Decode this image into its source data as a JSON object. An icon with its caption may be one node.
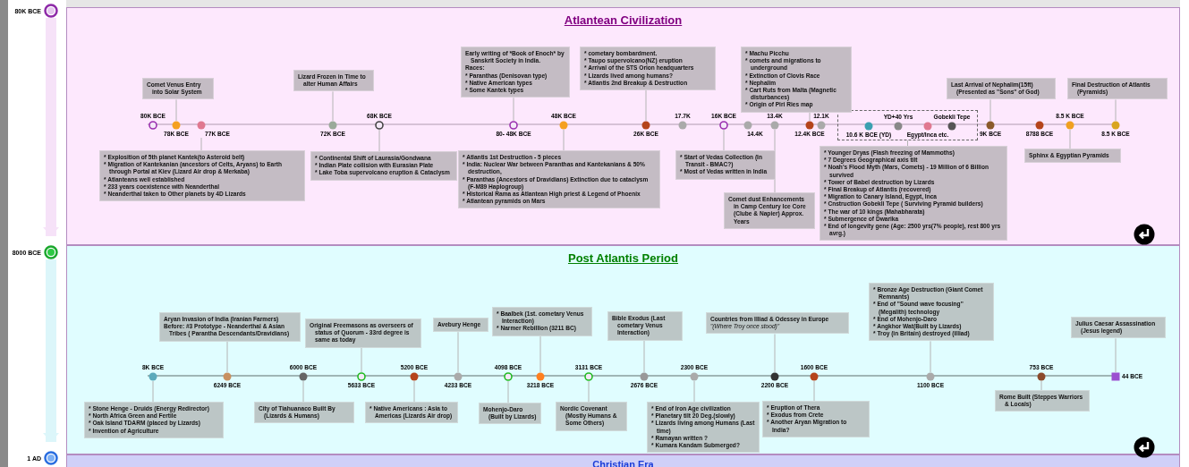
{
  "diagram": {
    "nodes": [
      {
        "text": [
          "80K BCE"
        ]
      },
      {
        "text": [
          "8000 BCE"
        ]
      },
      {
        "text": [
          "1 AD"
        ]
      },
      {
        "text": [
          "Atlantean Civilization"
        ]
      },
      {
        "text": [
          "80K BCE"
        ],
        "in": 3
      },
      {
        "text": [
          "78K BCE"
        ],
        "in": 3
      },
      {
        "text": [
          "77K BCE"
        ],
        "in": 3
      },
      {
        "text": [
          "72K BCE"
        ],
        "in": 3
      },
      {
        "text": [
          "68K BCE"
        ],
        "in": 3
      },
      {
        "text": [
          "80- 48K BCE"
        ],
        "in": 3
      },
      {
        "text": [
          "48K BCE"
        ],
        "in": 3
      },
      {
        "text": [
          "26K BCE"
        ],
        "in": 3
      },
      {
        "text": [
          "17.7K"
        ],
        "in": 3
      },
      {
        "text": [
          "16K BCE"
        ],
        "in": 3
      },
      {
        "text": [
          "14.4K"
        ],
        "in": 3
      },
      {
        "text": [
          "13.4K"
        ],
        "in": 3
      },
      {
        "text": [
          "12.4K BCE"
        ],
        "in": 3
      },
      {
        "text": [
          "12.1K"
        ],
        "in": 3
      },
      {
        "text": [],
        "shape": "box",
        "in": 3
      },
      {
        "text": [
          "10.6 K BCE (YD)"
        ],
        "in": 18
      },
      {
        "text": [
          "YD+40 Yrs"
        ],
        "in": 18
      },
      {
        "text": [
          "Egypt/Inca etc."
        ],
        "in": 18
      },
      {
        "text": [
          "Gobekli Tepe"
        ],
        "in": 18
      },
      {
        "text": [
          "9K BCE"
        ],
        "in": 3
      },
      {
        "text": [
          "8788 BCE"
        ],
        "in": 3
      },
      {
        "text": [
          "8.5 K BCE"
        ],
        "in": 3
      },
      {
        "text": [
          "8.5 K BCE"
        ],
        "in": 3
      },
      {
        "text": [
          "Comet Venus Entry into Solar System"
        ],
        "in": 3
      },
      {
        "text": [
          "* Explosition of 5th planet Kantek(to Asteroid belt)",
          "* Migration of Kantekanian (ancestors of Celts, Aryans) to Earth through Portal at Kiev (Lizard Air drop & Merkaba)",
          "* Atlanteans well established",
          "* 233 years coexistence with Neanderthal",
          "* Neanderthal taken to Other planets by 4D Lizards"
        ],
        "in": 3
      },
      {
        "text": [
          "Lizard Frozen in Time to alter Human Affairs"
        ],
        "in": 3
      },
      {
        "text": [
          "* Continental Shift of Laurasia/Gondwana",
          "* Indian Plate collision with Eurasian Plate",
          "* Lake Toba supervolcano eruption & Cataclysm"
        ],
        "in": 3
      },
      {
        "text": [
          "Early writing of ***Book of Enoch*** by Sanskrit Society in India.",
          "Races:",
          "* Paranthas (Denisovan type)",
          "* Native American types",
          "* Some Kantek types"
        ],
        "in": 3
      },
      {
        "text": [
          "* Atlantis 1st Destruction - 5 pieces",
          "* India: Nuclear War between Paranthas and Kantekanians & 50% destruction,",
          "* Paranthas (Ancestors of Dravidians) Extinction due to cataclysm (F-M89 Haplogroup)",
          "* Historical Rama as Atlantean High priest & Legend of Phoenix",
          "* Atlantean pyramids on Mars"
        ],
        "in": 3
      },
      {
        "text": [
          "* cometary bombardment.",
          "* Taupo supervolcano(NZ) eruption",
          "* Arrival of the STS Orion headquarters",
          "* Lizards lived among humans?",
          "* Atlantis 2nd Breakup & Destruction"
        ],
        "in": 3
      },
      {
        "text": [
          "* Start of Vedas Collection (In Transit - BMAC?)",
          "* Most of Vedas written in India"
        ],
        "in": 3
      },
      {
        "text": [
          "Comet dust Enhancements in Camp Century Ice Core (Clube & Napier) Approx. Years"
        ],
        "in": 3
      },
      {
        "text": [
          "* Machu Picchu",
          "* comets and migrations to underground",
          "* Extinction of Clovis Race",
          "* Nephalim",
          "* Cart Ruts from Malta (Magnetic disturbances)",
          "* Origin of Piri Ries map"
        ],
        "in": 3
      },
      {
        "text": [
          "* Younger Dryas (Flash freezing of Mammoths)",
          "* 7 Degrees Geographical axis tilt",
          "* Noah's Flood Myth (Mars, Comets) - 19 Million of 6 Billion survived",
          "* Tower of Babel destruction by Lizards",
          "* Final Breakup of Atlantis (recovered)",
          "* Migration to Canary Island, Egypt, Inca",
          "* Cnstruction Gobekli Tepe ( Surviving Pyramid builders)",
          "* The war of 10 kings (Mahabharata)",
          "* Submergence of Dwarika",
          "* End of longevity gene (Age: 2500 yrs(7% people), rest 800 yrs avrg.)"
        ],
        "in": 3
      },
      {
        "text": [
          "Last Arrival of Nephalim(15ft) (Presented as \"Sons\" of God)"
        ],
        "in": 3
      },
      {
        "text": [
          "Final Destruction of Atlantis (Pyramids)"
        ],
        "in": 3
      },
      {
        "text": [
          "Sphinx & Egyptian Pyramids"
        ],
        "in": 3
      },
      {
        "text": [
          "Post Atlantis Period"
        ]
      },
      {
        "text": [
          "8K BCE"
        ],
        "in": 41
      },
      {
        "text": [
          "6249 BCE"
        ],
        "in": 41
      },
      {
        "text": [
          "6000 BCE"
        ],
        "in": 41
      },
      {
        "text": [
          "5633 BCE"
        ],
        "in": 41
      },
      {
        "text": [
          "5200 BCE"
        ],
        "in": 41
      },
      {
        "text": [
          "4233 BCE"
        ],
        "in": 41
      },
      {
        "text": [
          "4098 BCE"
        ],
        "in": 41
      },
      {
        "text": [
          "3218 BCE"
        ],
        "in": 41
      },
      {
        "text": [
          "3131 BCE"
        ],
        "in": 41
      },
      {
        "text": [
          "2676 BCE"
        ],
        "in": 41
      },
      {
        "text": [
          "2300 BCE"
        ],
        "in": 41
      },
      {
        "text": [
          "2200 BCE"
        ],
        "in": 41
      },
      {
        "text": [
          "1600 BCE"
        ],
        "in": 41
      },
      {
        "text": [
          "1100 BCE"
        ],
        "in": 41
      },
      {
        "text": [
          "753 BCE"
        ],
        "in": 41
      },
      {
        "text": [
          "44 BCE"
        ],
        "in": 41
      },
      {
        "text": [
          "* Stone Henge - Druids (Energy Redirector)",
          "* North Africa Green and Fertile",
          "* Oak Island TDARM (placed by Lizards)",
          "* Invention of Agriculture"
        ],
        "in": 41
      },
      {
        "text": [
          "Aryan Invasion of India (Iranian Farmers)",
          "Before: #3 Prototype - Neanderthal & Asian Tribes ( Parantha Descendants/Dravidians)"
        ],
        "in": 41
      },
      {
        "text": [
          "City of Tiahuanaco Built By (Lizards & Humans)"
        ],
        "in": 41
      },
      {
        "text": [
          "Original Freemasons as overseers of status of Quorum - 33rd degree is same as today"
        ],
        "in": 41
      },
      {
        "text": [
          "* Native Americans : Asia to Americas (Lizards Air drop)"
        ],
        "in": 41
      },
      {
        "text": [
          "Avebury Henge"
        ],
        "in": 41
      },
      {
        "text": [
          "Mohenjo-Daro (Built by Lizards)"
        ],
        "in": 41
      },
      {
        "text": [
          "* Baalbek (1st. cometary Venus Interaction)",
          "* Narmer Rebillion (3211 BC)"
        ],
        "in": 41
      },
      {
        "text": [
          "Nordic Covenant (Mostly Humans & Some Others)"
        ],
        "in": 41
      },
      {
        "text": [
          "Bible Exodus (Last cometary Venus Interaction)"
        ],
        "in": 41
      },
      {
        "text": [
          "* End of Iron Age civilization",
          "* Planetary tilt 20 Deg.(slowly)",
          "* Lizards living among Humans (Last time)",
          "* Ramayan written ?",
          "* Kumara Kandam Submerged?"
        ],
        "in": 41
      },
      {
        "text": [
          "Countries from Illiad & Odessey in Europe",
          "\"(Where Troy once stood)\""
        ],
        "in": 41
      },
      {
        "text": [
          "* Eruption of Thera",
          "* Exodus from Crete",
          "* Another Aryan Migration to India?"
        ],
        "in": 41
      },
      {
        "text": [
          "* Bronze Age Destruction (Giant Comet Remnants)",
          "* End of \"Sound wave focusing\" (Megalith) technology",
          "* End of Mohenjo-Daro",
          "* Angkhor Wat(Built by Lizards)",
          "* Troy (in Britain) destroyed (illiad)"
        ],
        "in": 41
      },
      {
        "text": [
          "Rome Built (Steppes Warriors & Locals)"
        ],
        "in": 41
      },
      {
        "text": [
          "Julius Caesar Assassination (Jesus legend)"
        ],
        "in": 41
      },
      {
        "text": [
          "Christian Era"
        ]
      }
    ],
    "edges": [
      {
        "from": 0,
        "to": 1,
        "arrow": "to",
        "style": "thick",
        "color": "#f6e2f8"
      },
      {
        "from": 1,
        "to": 2,
        "arrow": "to",
        "style": "thick",
        "color": "#dcf6fa"
      },
      {
        "from": 27,
        "to": 5,
        "arrow": "none"
      },
      {
        "from": 28,
        "to": 6,
        "arrow": "none"
      },
      {
        "from": 29,
        "to": 7,
        "arrow": "none"
      },
      {
        "from": 30,
        "to": 8,
        "arrow": "none"
      },
      {
        "from": 31,
        "to": 9,
        "arrow": "none"
      },
      {
        "from": 32,
        "to": 10,
        "arrow": "none"
      },
      {
        "from": 33,
        "to": 11,
        "arrow": "none"
      },
      {
        "from": 34,
        "to": 13,
        "arrow": "none"
      },
      {
        "from": 35,
        "to": 15,
        "arrow": "none"
      },
      {
        "from": 36,
        "to": 16,
        "arrow": "none"
      },
      {
        "from": 18,
        "to": 37,
        "arrow": "none"
      },
      {
        "from": 38,
        "to": 23,
        "arrow": "none"
      },
      {
        "from": 39,
        "to": 26,
        "arrow": "none"
      },
      {
        "from": 40,
        "to": 25,
        "arrow": "none"
      },
      {
        "from": 58,
        "to": 42,
        "arrow": "none"
      },
      {
        "from": 59,
        "to": 43,
        "arrow": "none"
      },
      {
        "from": 60,
        "to": 44,
        "arrow": "none"
      },
      {
        "from": 61,
        "to": 45,
        "arrow": "none"
      },
      {
        "from": 62,
        "to": 46,
        "arrow": "none"
      },
      {
        "from": 63,
        "to": 47,
        "arrow": "none"
      },
      {
        "from": 64,
        "to": 48,
        "arrow": "none"
      },
      {
        "from": 65,
        "to": 49,
        "arrow": "none"
      },
      {
        "from": 66,
        "to": 50,
        "arrow": "none"
      },
      {
        "from": 67,
        "to": 51,
        "arrow": "none"
      },
      {
        "from": 68,
        "to": 52,
        "arrow": "none"
      },
      {
        "from": 69,
        "to": 53,
        "arrow": "none"
      },
      {
        "from": 70,
        "to": 54,
        "arrow": "none"
      },
      {
        "from": 71,
        "to": 55,
        "arrow": "none"
      },
      {
        "from": 72,
        "to": 56,
        "arrow": "none"
      },
      {
        "from": 73,
        "to": 57,
        "arrow": "none"
      }
    ]
  }
}
